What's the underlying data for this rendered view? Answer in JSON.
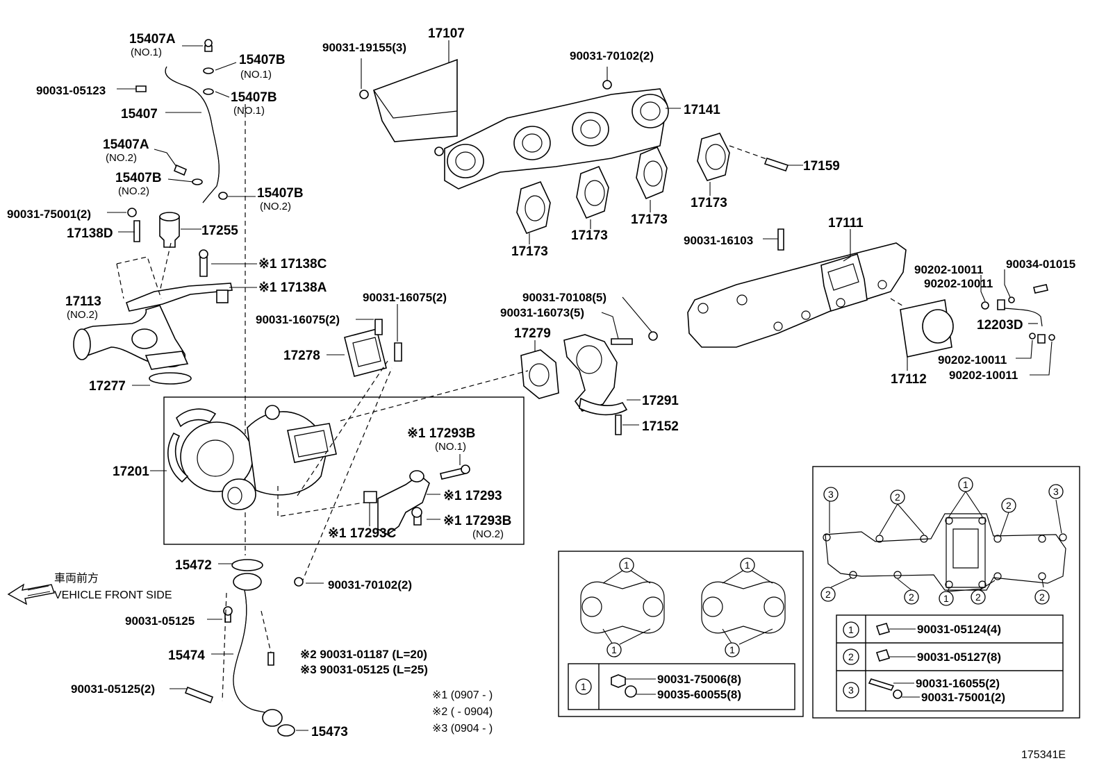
{
  "labels": {
    "p15407A_1": "15407A",
    "p15407A_1_sub": "(NO.1)",
    "p15407B_1a": "15407B",
    "p15407B_1a_sub": "(NO.1)",
    "p15407B_1b": "15407B",
    "p15407B_1b_sub": "(NO.1)",
    "p90031_05123": "90031-05123",
    "p15407": "15407",
    "p15407A_2": "15407A",
    "p15407A_2_sub": "(NO.2)",
    "p15407B_2a": "15407B",
    "p15407B_2a_sub": "(NO.2)",
    "p15407B_2b": "15407B",
    "p15407B_2b_sub": "(NO.2)",
    "p90031_75001": "90031-75001(2)",
    "p17138D": "17138D",
    "p17255": "17255",
    "p17138C": "※1 17138C",
    "p17138A": "※1 17138A",
    "p17113": "17113",
    "p17113_sub": "(NO.2)",
    "p17277": "17277",
    "p90031_16075_a": "90031-16075(2)",
    "p90031_16075_b": "90031-16075(2)",
    "p17278": "17278",
    "p90031_19155": "90031-19155(3)",
    "p17107": "17107",
    "p90031_70102_top": "90031-70102(2)",
    "p17141": "17141",
    "p17159": "17159",
    "p17173_a": "17173",
    "p17173_b": "17173",
    "p17173_c": "17173",
    "p17173_d": "17173",
    "p90031_16103": "90031-16103",
    "p17111": "17111",
    "p90202_10011_a": "90202-10011",
    "p90202_10011_b": "90202-10011",
    "p90034_01015": "90034-01015",
    "p12203D": "12203D",
    "p90202_10011_c": "90202-10011",
    "p90202_10011_d": "90202-10011",
    "p17112": "17112",
    "p90031_70108": "90031-70108(5)",
    "p90031_16073": "90031-16073(5)",
    "p17279": "17279",
    "p17291": "17291",
    "p17152": "17152",
    "p17201": "17201",
    "p17293B_1": "※1 17293B",
    "p17293B_1_sub": "(NO.1)",
    "p17293": "※1 17293",
    "p17293B_2": "※1 17293B",
    "p17293B_2_sub": "(NO.2)",
    "p17293C": "※1 17293C",
    "p15472": "15472",
    "p90031_70102_bot": "90031-70102(2)",
    "vehicle_jp": "車両前方",
    "vehicle_en": "VEHICLE FRONT SIDE",
    "p90031_05125": "90031-05125",
    "p15474": "15474",
    "p90031_01187": "※2 90031-01187 (L=20)",
    "p90031_05125_l25": "※3 90031-05125 (L=25)",
    "p90031_05125_2": "90031-05125(2)",
    "p15473": "15473",
    "note1": "※1 (0907 -       )",
    "note2": "※2 (        - 0904)",
    "note3": "※3 (0904 -       )",
    "figure_id": "175341E"
  },
  "detail_gasket": {
    "c1": "1",
    "bolt_a": "90031-75006(8)",
    "bolt_b": "90035-60055(8)"
  },
  "detail_manifold": {
    "c1": "1",
    "c2": "2",
    "c3": "3",
    "row1": "90031-05124(4)",
    "row2": "90031-05127(8)",
    "row3a": "90031-16055(2)",
    "row3b": "90031-75001(2)"
  }
}
